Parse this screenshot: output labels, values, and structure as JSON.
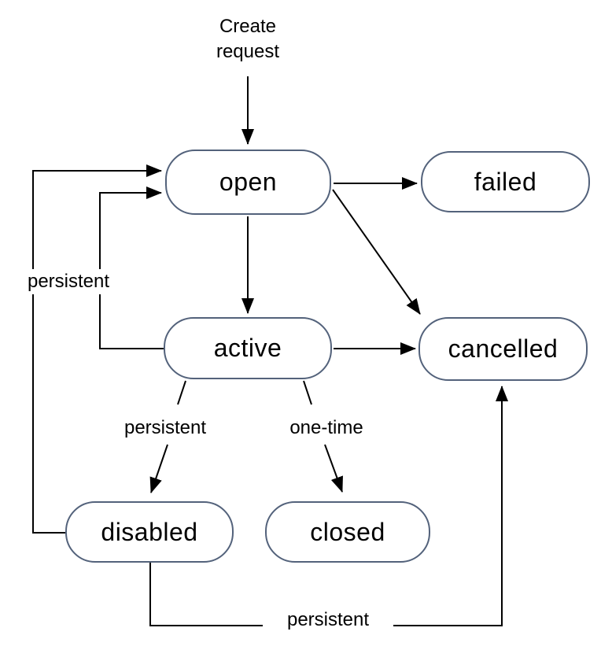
{
  "diagram": {
    "type": "state-machine",
    "background": "#ffffff"
  },
  "colors": {
    "node_border": "#53627b",
    "node_fill": "#ffffff",
    "edge": "#000000",
    "text": "#000000"
  },
  "nodes": {
    "open": {
      "label": "open"
    },
    "failed": {
      "label": "failed"
    },
    "active": {
      "label": "active"
    },
    "cancelled": {
      "label": "cancelled"
    },
    "disabled": {
      "label": "disabled"
    },
    "closed": {
      "label": "closed"
    }
  },
  "labels": {
    "create_request": "Create request",
    "persistent_left": "persistent",
    "persistent_mid": "persistent",
    "one_time": "one-time",
    "persistent_bottom": "persistent"
  },
  "edges": [
    {
      "from": "start",
      "to": "open",
      "label": "Create request"
    },
    {
      "from": "open",
      "to": "failed",
      "label": ""
    },
    {
      "from": "open",
      "to": "cancelled",
      "label": ""
    },
    {
      "from": "open",
      "to": "active",
      "label": ""
    },
    {
      "from": "active",
      "to": "cancelled",
      "label": ""
    },
    {
      "from": "active",
      "to": "disabled",
      "label": "persistent"
    },
    {
      "from": "active",
      "to": "closed",
      "label": "one-time"
    },
    {
      "from": "active",
      "to": "open",
      "label": "persistent"
    },
    {
      "from": "disabled",
      "to": "open",
      "label": "persistent"
    },
    {
      "from": "disabled",
      "to": "cancelled",
      "label": "persistent"
    }
  ]
}
